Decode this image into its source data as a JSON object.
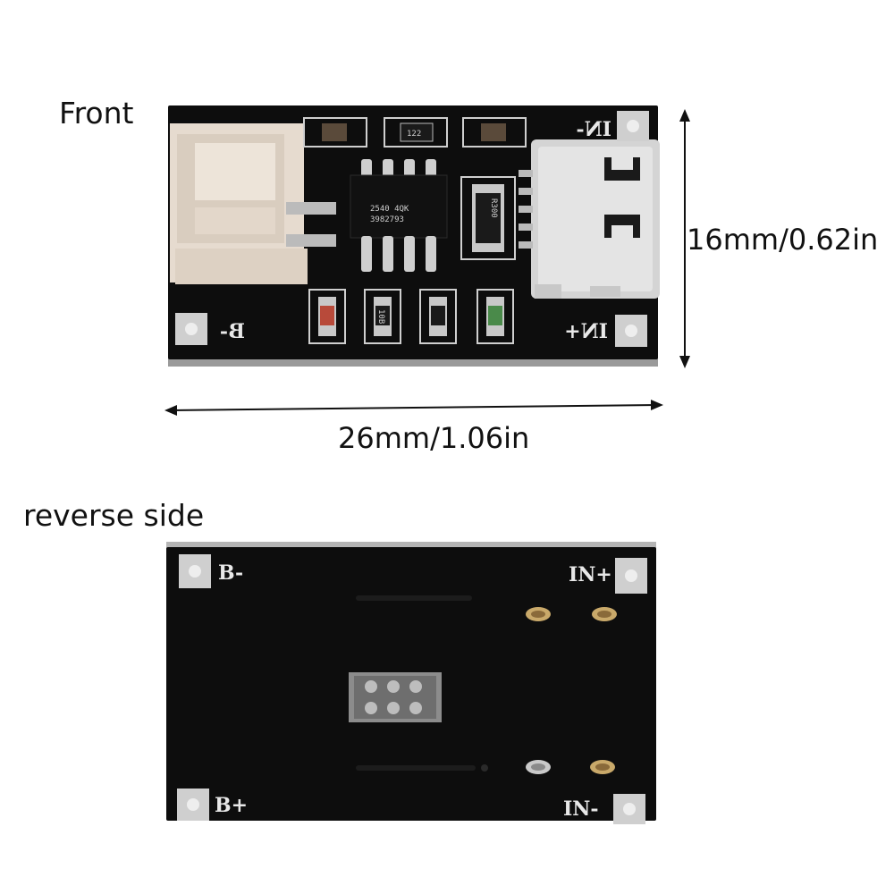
{
  "labels": {
    "front": "Front",
    "reverse": "reverse side",
    "height": "16mm/0.62in",
    "width": "26mm/1.06in"
  },
  "front_silkscreen": {
    "b_minus": "B-",
    "in_minus": "IN-",
    "in_plus": "IN+",
    "resistor": "R300",
    "cap": "122",
    "led_resistor": "10B"
  },
  "reverse_silkscreen": {
    "b_minus": "B-",
    "b_plus": "B+",
    "in_plus": "IN+",
    "in_minus": "IN-"
  },
  "colors": {
    "pcb": "#0d0d0d",
    "pad": "#c8c8c8",
    "connector": "#e8ddd2"
  }
}
